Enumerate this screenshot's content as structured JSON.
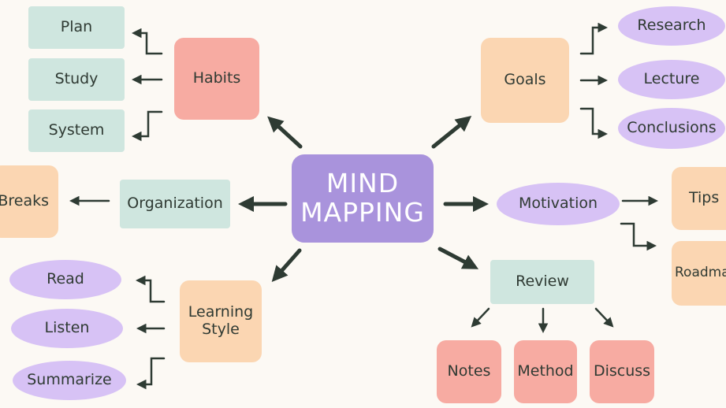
{
  "center": {
    "line1": "MIND",
    "line2": "MAPPING"
  },
  "habits": {
    "label": "Habits",
    "children": [
      "Plan",
      "Study",
      "System"
    ]
  },
  "goals": {
    "label": "Goals",
    "children": [
      "Research",
      "Lecture",
      "Conclusions"
    ]
  },
  "organization": {
    "label": "Organization",
    "children": [
      "Breaks"
    ]
  },
  "motivation": {
    "label": "Motivation",
    "children": [
      "Tips",
      "Roadmap"
    ]
  },
  "learning_style": {
    "line1": "Learning",
    "line2": "Style",
    "children": [
      "Read",
      "Listen",
      "Summarize"
    ]
  },
  "review": {
    "label": "Review",
    "children": [
      "Notes",
      "Method",
      "Discuss"
    ]
  },
  "colors": {
    "center": "#a993dc",
    "mint": "#cfe6df",
    "pink": "#f7aba2",
    "peach": "#fbd6b2",
    "lilac": "#d7c2f5",
    "arrow": "#2e3b33",
    "background": "#fcf9f4"
  }
}
